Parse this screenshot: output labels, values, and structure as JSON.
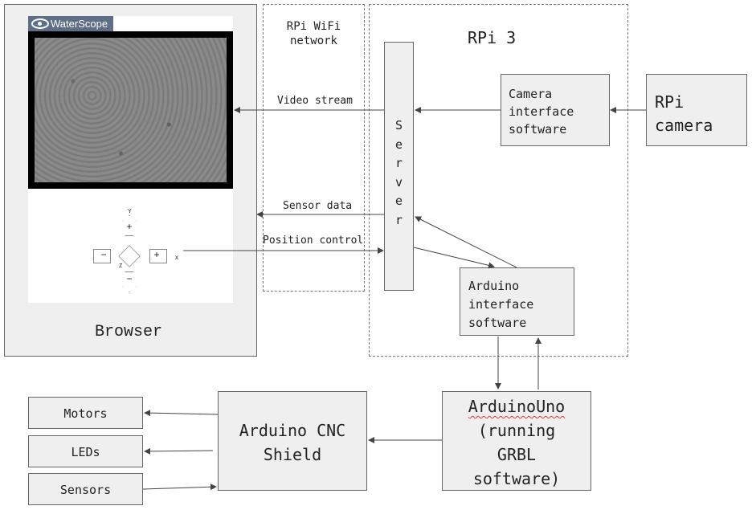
{
  "browser": {
    "logo_text": "WaterScope",
    "label": "Browser",
    "controls": {
      "up": "+",
      "left": "−",
      "right": "+",
      "down": "−",
      "axis_y": "Y",
      "axis_x": "x",
      "axis_z": "Z"
    }
  },
  "wifi": {
    "label_line1": "RPi WiFi",
    "label_line2": "network"
  },
  "rpi3": {
    "label": "RPi 3"
  },
  "server": {
    "letters": [
      "S",
      "e",
      "r",
      "v",
      "e",
      "r"
    ]
  },
  "camera_sw": {
    "line1": "Camera",
    "line2": "interface",
    "line3": "software"
  },
  "rpi_camera": {
    "line1": "RPi",
    "line2": "camera"
  },
  "arduino_sw": {
    "line1": "Arduino",
    "line2": "interface",
    "line3": "software"
  },
  "arduino_uno": {
    "line1": "ArduinoUno",
    "line2": "(running",
    "line3": "GRBL",
    "line4": "software)"
  },
  "cnc_shield": {
    "line1": "Arduino CNC",
    "line2": "Shield"
  },
  "outputs": {
    "motors": "Motors",
    "leds": "LEDs",
    "sensors": "Sensors"
  },
  "arrows": {
    "video_stream": "Video stream",
    "sensor_data": "Sensor data",
    "position_control": "Position control"
  }
}
